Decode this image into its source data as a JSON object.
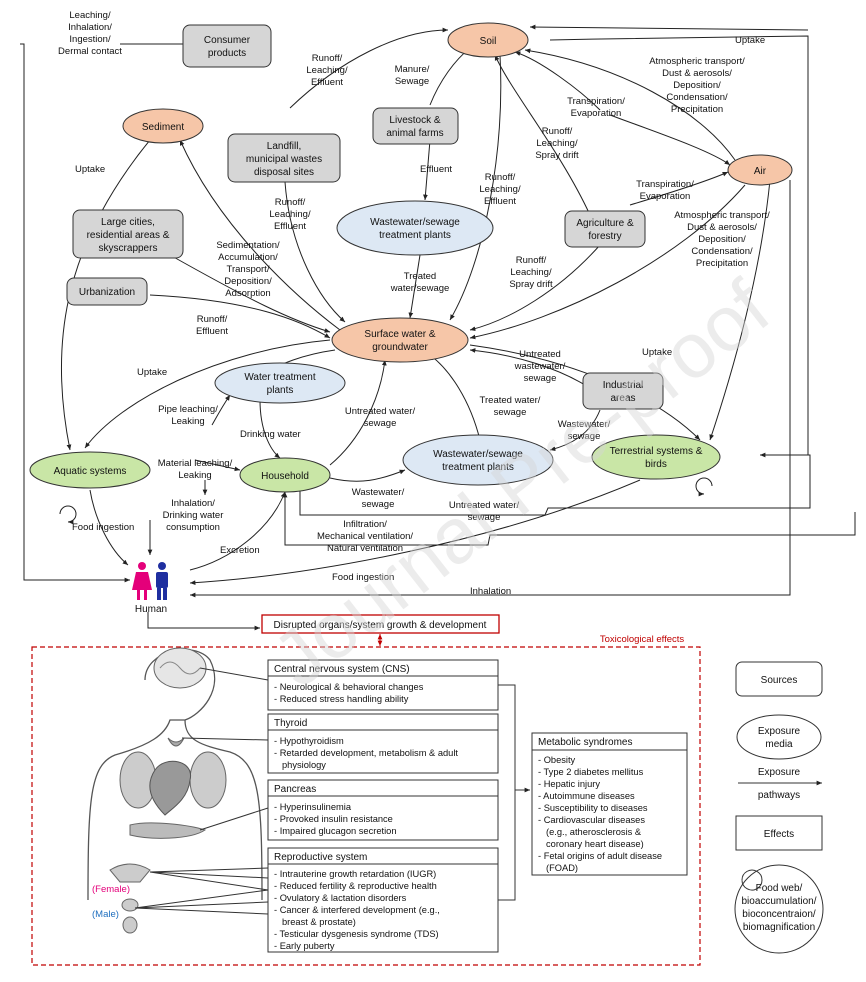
{
  "nodes": {
    "soil": "Soil",
    "air": "Air",
    "sediment": "Sediment",
    "surface_water": [
      "Surface water &",
      "groundwater"
    ],
    "wwtp_top": [
      "Wastewater/sewage",
      "treatment plants"
    ],
    "water_treatment": [
      "Water treatment",
      "plants"
    ],
    "wwtp_bottom": [
      "Wastewater/sewage",
      "treatment plants"
    ],
    "aquatic": "Aquatic systems",
    "household": "Household",
    "terrestrial": [
      "Terrestrial systems &",
      "birds"
    ],
    "consumer_products": [
      "Consumer",
      "products"
    ],
    "landfill": [
      "Landfill,",
      "municipal wastes",
      "disposal sites"
    ],
    "livestock": [
      "Livestock &",
      "animal farms"
    ],
    "large_cities": [
      "Large cities,",
      "residential areas &",
      "skyscrappers"
    ],
    "urbanization": "Urbanization",
    "agriculture": [
      "Agriculture &",
      "forestry"
    ],
    "industrial": [
      "Industrial",
      "areas"
    ],
    "human": "Human"
  },
  "edge_labels": {
    "leaching_ingestion": [
      "Leaching/",
      "Inhalation/",
      "Ingestion/",
      "Dermal contact"
    ],
    "runoff_landfill": [
      "Runoff/",
      "Leaching/",
      "Effluent"
    ],
    "manure": [
      "Manure/",
      "Sewage"
    ],
    "uptake_top": "Uptake",
    "atmos_top": [
      "Atmospheric transport/",
      "Dust & aerosols/",
      "Deposition/",
      "Condensation/",
      "Precipitation"
    ],
    "transpiration_1": [
      "Transpiration/",
      "Evaporation"
    ],
    "runoff_spray_1": [
      "Runoff/",
      "Leaching/",
      "Spray drift"
    ],
    "uptake_sediment": "Uptake",
    "effluent": "Effluent",
    "runoff_soil": [
      "Runoff/",
      "Leaching/",
      "Effluent"
    ],
    "transpiration_2": [
      "Transpiration/",
      "Evaporation"
    ],
    "runoff_landfill_2": [
      "Runoff/",
      "Leaching/",
      "Effluent"
    ],
    "atmos_mid": [
      "Atmospheric transport/",
      "Dust & aerosols/",
      "Deposition/",
      "Condensation/",
      "Precipitation"
    ],
    "sedimentation": [
      "Sedimentation/",
      "Accumulation/",
      "Transport/",
      "Deposition/",
      "Adsorption"
    ],
    "runoff_spray_2": [
      "Runoff/",
      "Leaching/",
      "Spray drift"
    ],
    "treated_water_1": [
      "Treated",
      "water/sewage"
    ],
    "runoff_effluent_city": [
      "Runoff/",
      "Effluent"
    ],
    "uptake_left": "Uptake",
    "untreated_ww": [
      "Untreated",
      "wastewater/",
      "sewage"
    ],
    "uptake_right": "Uptake",
    "pipe_leaching": [
      "Pipe leaching/",
      "Leaking"
    ],
    "untreated_water_1": [
      "Untreated water/",
      "sewage"
    ],
    "treated_water_2": [
      "Treated water/",
      "sewage"
    ],
    "drinking_water": "Drinking water",
    "wastewater_sewage": [
      "Wastewater/",
      "sewage"
    ],
    "material_leaching": [
      "Material leaching/",
      "Leaking"
    ],
    "inhalation_drinking": [
      "Inhalation/",
      "Drinking water",
      "consumption"
    ],
    "wastewater_sewage_2": [
      "Wastewater/",
      "sewage"
    ],
    "untreated_water_2": [
      "Untreated water/",
      "sewage"
    ],
    "food_ingestion_1": "Food ingestion",
    "excretion": "Excretion",
    "infiltration": [
      "Infiltration/",
      "Mechanical ventilation/",
      "Natural ventilation"
    ],
    "food_ingestion_2": "Food ingestion",
    "inhalation": "Inhalation"
  },
  "effects": {
    "disrupted": "Disrupted organs/system growth & development",
    "toxicological": "Toxicological effects",
    "female": "(Female)",
    "male": "(Male)",
    "cns": {
      "title": "Central nervous system (CNS)",
      "items": [
        "Neurological & behavioral changes",
        "Reduced stress handling ability"
      ]
    },
    "thyroid": {
      "title": "Thyroid",
      "items": [
        "Hypothyroidism",
        "Retarded development, metabolism & adult",
        "physiology"
      ]
    },
    "pancreas": {
      "title": "Pancreas",
      "items": [
        "Hyperinsulinemia",
        "Provoked insulin resistance",
        "Impaired glucagon secretion"
      ]
    },
    "reproductive": {
      "title": "Reproductive system",
      "items": [
        "Intrauterine growth retardation (IUGR)",
        "Reduced fertility & reproductive health",
        "Ovulatory & lactation disorders",
        "Cancer & interfered development (e.g.,",
        "breast & prostate)",
        "Testicular dysgenesis syndrome (TDS)",
        "Early puberty"
      ]
    },
    "metabolic": {
      "title": "Metabolic syndromes",
      "items": [
        "Obesity",
        "Type 2 diabetes mellitus",
        "Hepatic injury",
        "Autoimmune diseases",
        "Susceptibility to diseases",
        "Cardiovascular diseases",
        "(e.g., atherosclerosis &",
        "coronary heart disease)",
        "Fetal origins of adult disease",
        "(FOAD)"
      ]
    }
  },
  "legend": {
    "sources": "Sources",
    "exposure_media": [
      "Exposure",
      "media"
    ],
    "exposure": "Exposure",
    "pathways": "pathways",
    "effects": "Effects",
    "food_web": [
      "Food web/",
      "bioaccumulation/",
      "bioconcentraion/",
      "biomagnification"
    ]
  },
  "watermark": "Journal Pre-proof",
  "colors": {
    "orange": "#f6c6a8",
    "blue": "#dde8f4",
    "green": "#c9e6a6",
    "gray": "#d6d6d6",
    "red": "#c00000",
    "pink": "#e4007a",
    "male_blue": "#1f2fa0"
  }
}
